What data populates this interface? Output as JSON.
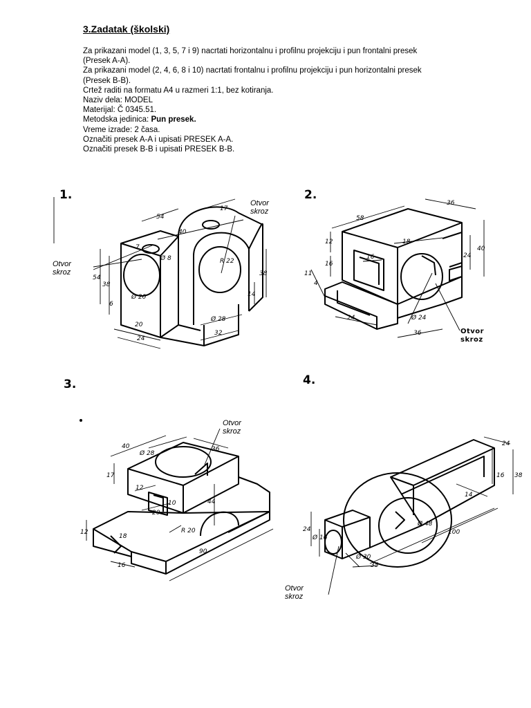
{
  "document": {
    "title": "3.Zadatak (školski)",
    "lines": [
      "Za prikazani model (1, 3, 5, 7 i 9) nacrtati horizontalnu i profilnu projekciju i pun frontalni presek",
      "(Presek A-A).",
      "Za prikazani model (2, 4, 6, 8 i 10) nacrtati frontalnu i profilnu projekciju i pun horizontalni presek",
      "(Presek B-B).",
      "Crtež raditi na formatu A4 u razmeri 1:1, bez kotiranja.",
      "Naziv dela: MODEL",
      "Materijal: Č 0345.51.",
      "Vreme izrade: 2 časa.",
      "Označiti presek A-A i upisati PRESEK A-A.",
      "Označiti presek B-B i upisati PRESEK B-B."
    ],
    "method_line": {
      "prefix": "Metodska jedinica: ",
      "bold": "Pun presek."
    }
  },
  "figures": [
    {
      "number": "1.",
      "notes": [
        {
          "l1": "Otvor",
          "l2": "skroz"
        },
        {
          "l1": "Otvor",
          "l2": "skroz"
        }
      ],
      "dims": [
        "54",
        "17",
        "40",
        "7",
        "Ø 8",
        "R 22",
        "54",
        "38",
        "6",
        "Ø 20",
        "Ø 28",
        "20",
        "24",
        "32",
        "14",
        "38"
      ]
    },
    {
      "number": "2.",
      "notes": [
        {
          "l1": "Otvor",
          "l2": "skroz"
        }
      ],
      "dims": [
        "58",
        "36",
        "12",
        "18",
        "16",
        "16",
        "24",
        "40",
        "11",
        "4",
        "24",
        "Ø 24",
        "36"
      ]
    },
    {
      "number": "3.",
      "notes": [
        {
          "l1": "Otvor",
          "l2": "skroz"
        }
      ],
      "dims": [
        "40",
        "Ø 28",
        "36",
        "17",
        "12",
        "10",
        "20",
        "44",
        "R 20",
        "18",
        "12",
        "16",
        "90"
      ]
    },
    {
      "number": "4.",
      "notes": [
        {
          "l1": "Otvor",
          "l2": "skroz"
        }
      ],
      "dims": [
        "24",
        "38",
        "16",
        "14",
        "Ø 48",
        "24",
        "Ø 16",
        "Ø 30",
        "100",
        "35"
      ]
    }
  ]
}
